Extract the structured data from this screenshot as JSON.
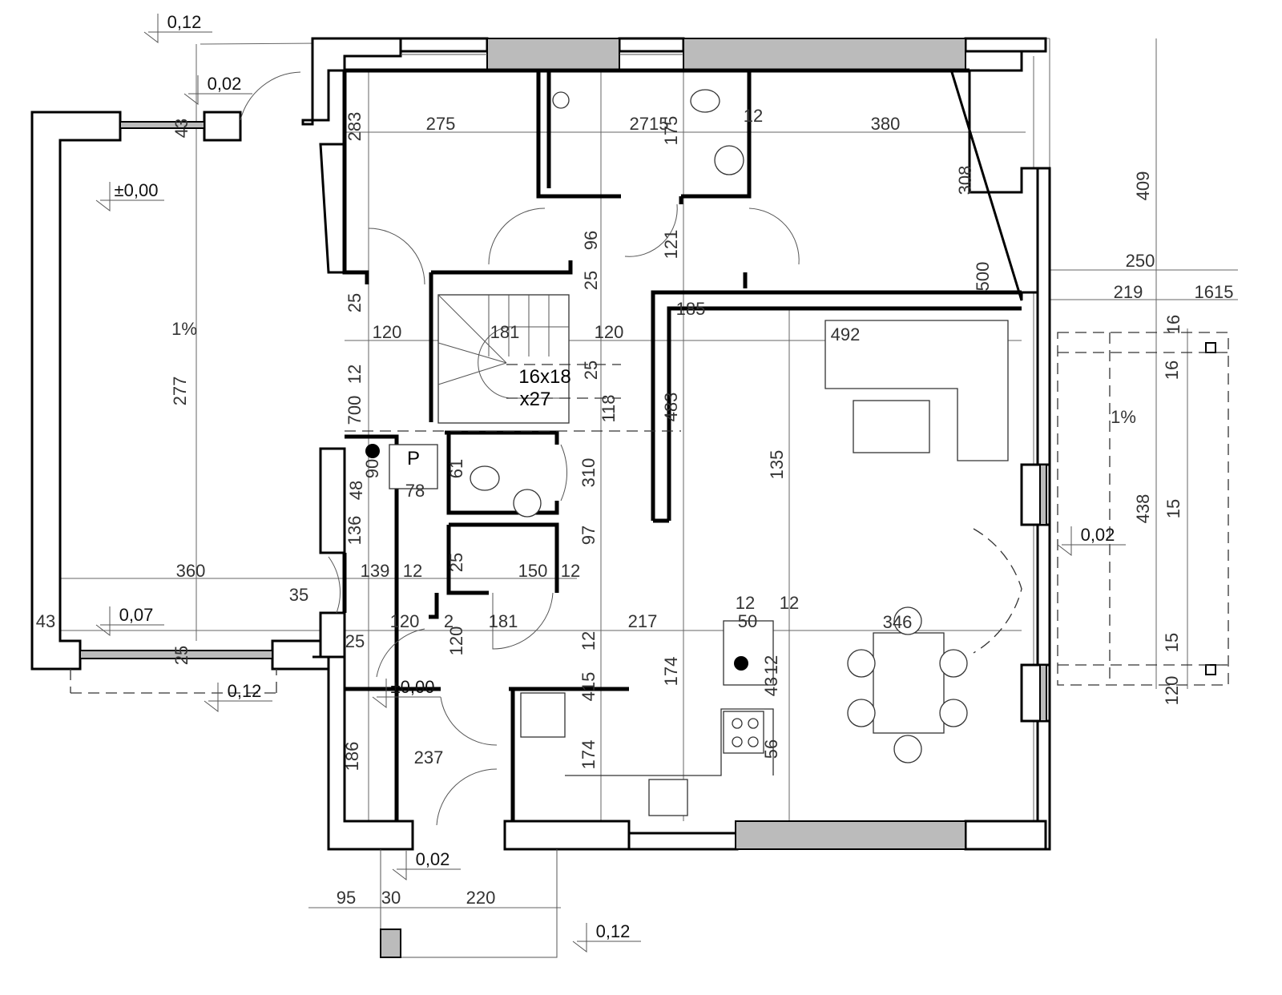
{
  "title": "Ground floor plan",
  "levels": [
    "0,12",
    "0,02",
    "±0,00",
    "0,07",
    "0,12",
    "±0,00",
    "0,02",
    "0,12",
    "0,02"
  ],
  "dimensions": [
    "275",
    "2715",
    "12",
    "380",
    "120",
    "181",
    "120",
    "492",
    "360",
    "139",
    "12",
    "150",
    "12",
    "35",
    "120",
    "2",
    "181",
    "217",
    "12",
    "50",
    "12",
    "346",
    "43",
    "78",
    "237",
    "95",
    "30",
    "220",
    "250",
    "219",
    "1615",
    "283",
    "175",
    "308",
    "409",
    "96",
    "121",
    "25",
    "25",
    "185",
    "12",
    "700",
    "277",
    "483",
    "135",
    "25",
    "118",
    "61",
    "48",
    "90",
    "310",
    "136",
    "97",
    "25",
    "500",
    "438",
    "15",
    "16",
    "16",
    "15",
    "120",
    "120",
    "12",
    "415",
    "174",
    "174",
    "186",
    "56",
    "12",
    "43",
    "43",
    "25",
    "25"
  ],
  "annotations": {
    "stair": "16x18",
    "stair_count": "x27",
    "boiler_room": "P",
    "slope_garage": "1%",
    "slope_terrace": "1%"
  }
}
